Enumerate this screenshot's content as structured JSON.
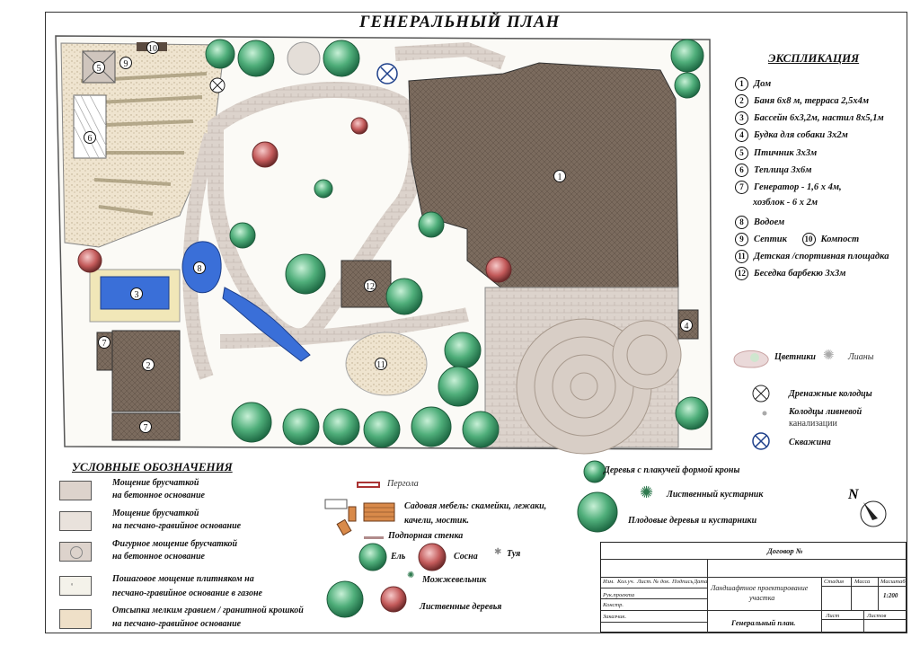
{
  "plan": {
    "title": "ГЕНЕРАЛЬНЫЙ  ПЛАН",
    "numbers": [
      "1",
      "2",
      "3",
      "4",
      "5",
      "6",
      "7",
      "7",
      "8",
      "9",
      "10",
      "11",
      "12"
    ]
  },
  "explication": {
    "title": "ЭКСПЛИКАЦИЯ",
    "items": [
      {
        "num": "1",
        "label": "Дом"
      },
      {
        "num": "2",
        "label": "Баня 6х8 м, терраса 2,5х4м"
      },
      {
        "num": "3",
        "label": "Бассейн 6х3,2м, настил 8х5,1м"
      },
      {
        "num": "4",
        "label": "Будка для собаки 3х2м"
      },
      {
        "num": "5",
        "label": "Птичник 3х3м"
      },
      {
        "num": "6",
        "label": "Теплица 3х6м"
      },
      {
        "num": "7",
        "label": "Генератор - 1,6 х 4м,"
      },
      {
        "num": "",
        "label": "хозблок - 6 х 2м"
      },
      {
        "num": "8",
        "label": "Водоем"
      },
      {
        "num": "9",
        "label": "Септик"
      },
      {
        "num": "11",
        "label": "Детская /спортивная площадка"
      },
      {
        "num": "12",
        "label": "Беседка барбекю 3х3м"
      }
    ],
    "compost_num": "10",
    "compost_label": "Компост"
  },
  "right_legend": {
    "flowerbeds": "Цветники",
    "vines": "Лианы",
    "drain_wells": "Дренажные колодцы",
    "storm_wells_1": "Колодцы ливневой",
    "storm_wells_2": "канализации",
    "well": "Скважина"
  },
  "legend": {
    "title": "УСЛОВНЫЕ ОБОЗНАЧЕНИЯ",
    "paving": [
      {
        "l1": "Мощение брусчаткой",
        "l2": "на бетонное  основание"
      },
      {
        "l1": "Мощение брусчаткой",
        "l2": "на песчано-гравийное  основание"
      },
      {
        "l1": "Фигурное мощение брусчаткой",
        "l2": "на бетонное  основание"
      },
      {
        "l1": "Пошаговое мощение плитняком на",
        "l2": "песчано-гравийное основание в газоне"
      },
      {
        "l1": "Отсыпка мелким гравием / гранитной крошкой",
        "l2": "на песчано-гравийное основание"
      }
    ],
    "pergola": "Пергола",
    "furniture_1": "Садовая мебель: скамейки, лежаки,",
    "furniture_2": "качели, мостик.",
    "retaining_wall": "Подпорная стенка",
    "spruce": "Ель",
    "pine": "Сосна",
    "thuja": "Туя",
    "juniper": "Можжевельник",
    "deciduous": "Лиственные деревья",
    "weeping": "Деревья с плакучей формой кроны",
    "shrub": "Лиственный кустарник",
    "fruit": "Плодовые деревья и кустарники",
    "north": "N"
  },
  "stamp": {
    "contract": "Договор №",
    "cols": [
      "Изм.",
      "Кол.уч.",
      "Лист.",
      "№ док.",
      "Подпись",
      "Дата"
    ],
    "rows": [
      "Рук.проекта",
      "Констр.",
      "Заказчик."
    ],
    "project_1": "Ландшафтное проектирование",
    "project_2": "участка",
    "stage": "Стадия",
    "mass": "Масса",
    "scale_label": "Масштаб",
    "scale": "1:200",
    "sheet": "Лист",
    "sheets": "Листов",
    "drawing": "Генеральный план."
  },
  "colors": {
    "house": "#7a6a5c",
    "paving": "#d9cfc8",
    "lawn": "#f4f1ea",
    "tree": "#3f9a68",
    "water": "#3a6fd8"
  }
}
